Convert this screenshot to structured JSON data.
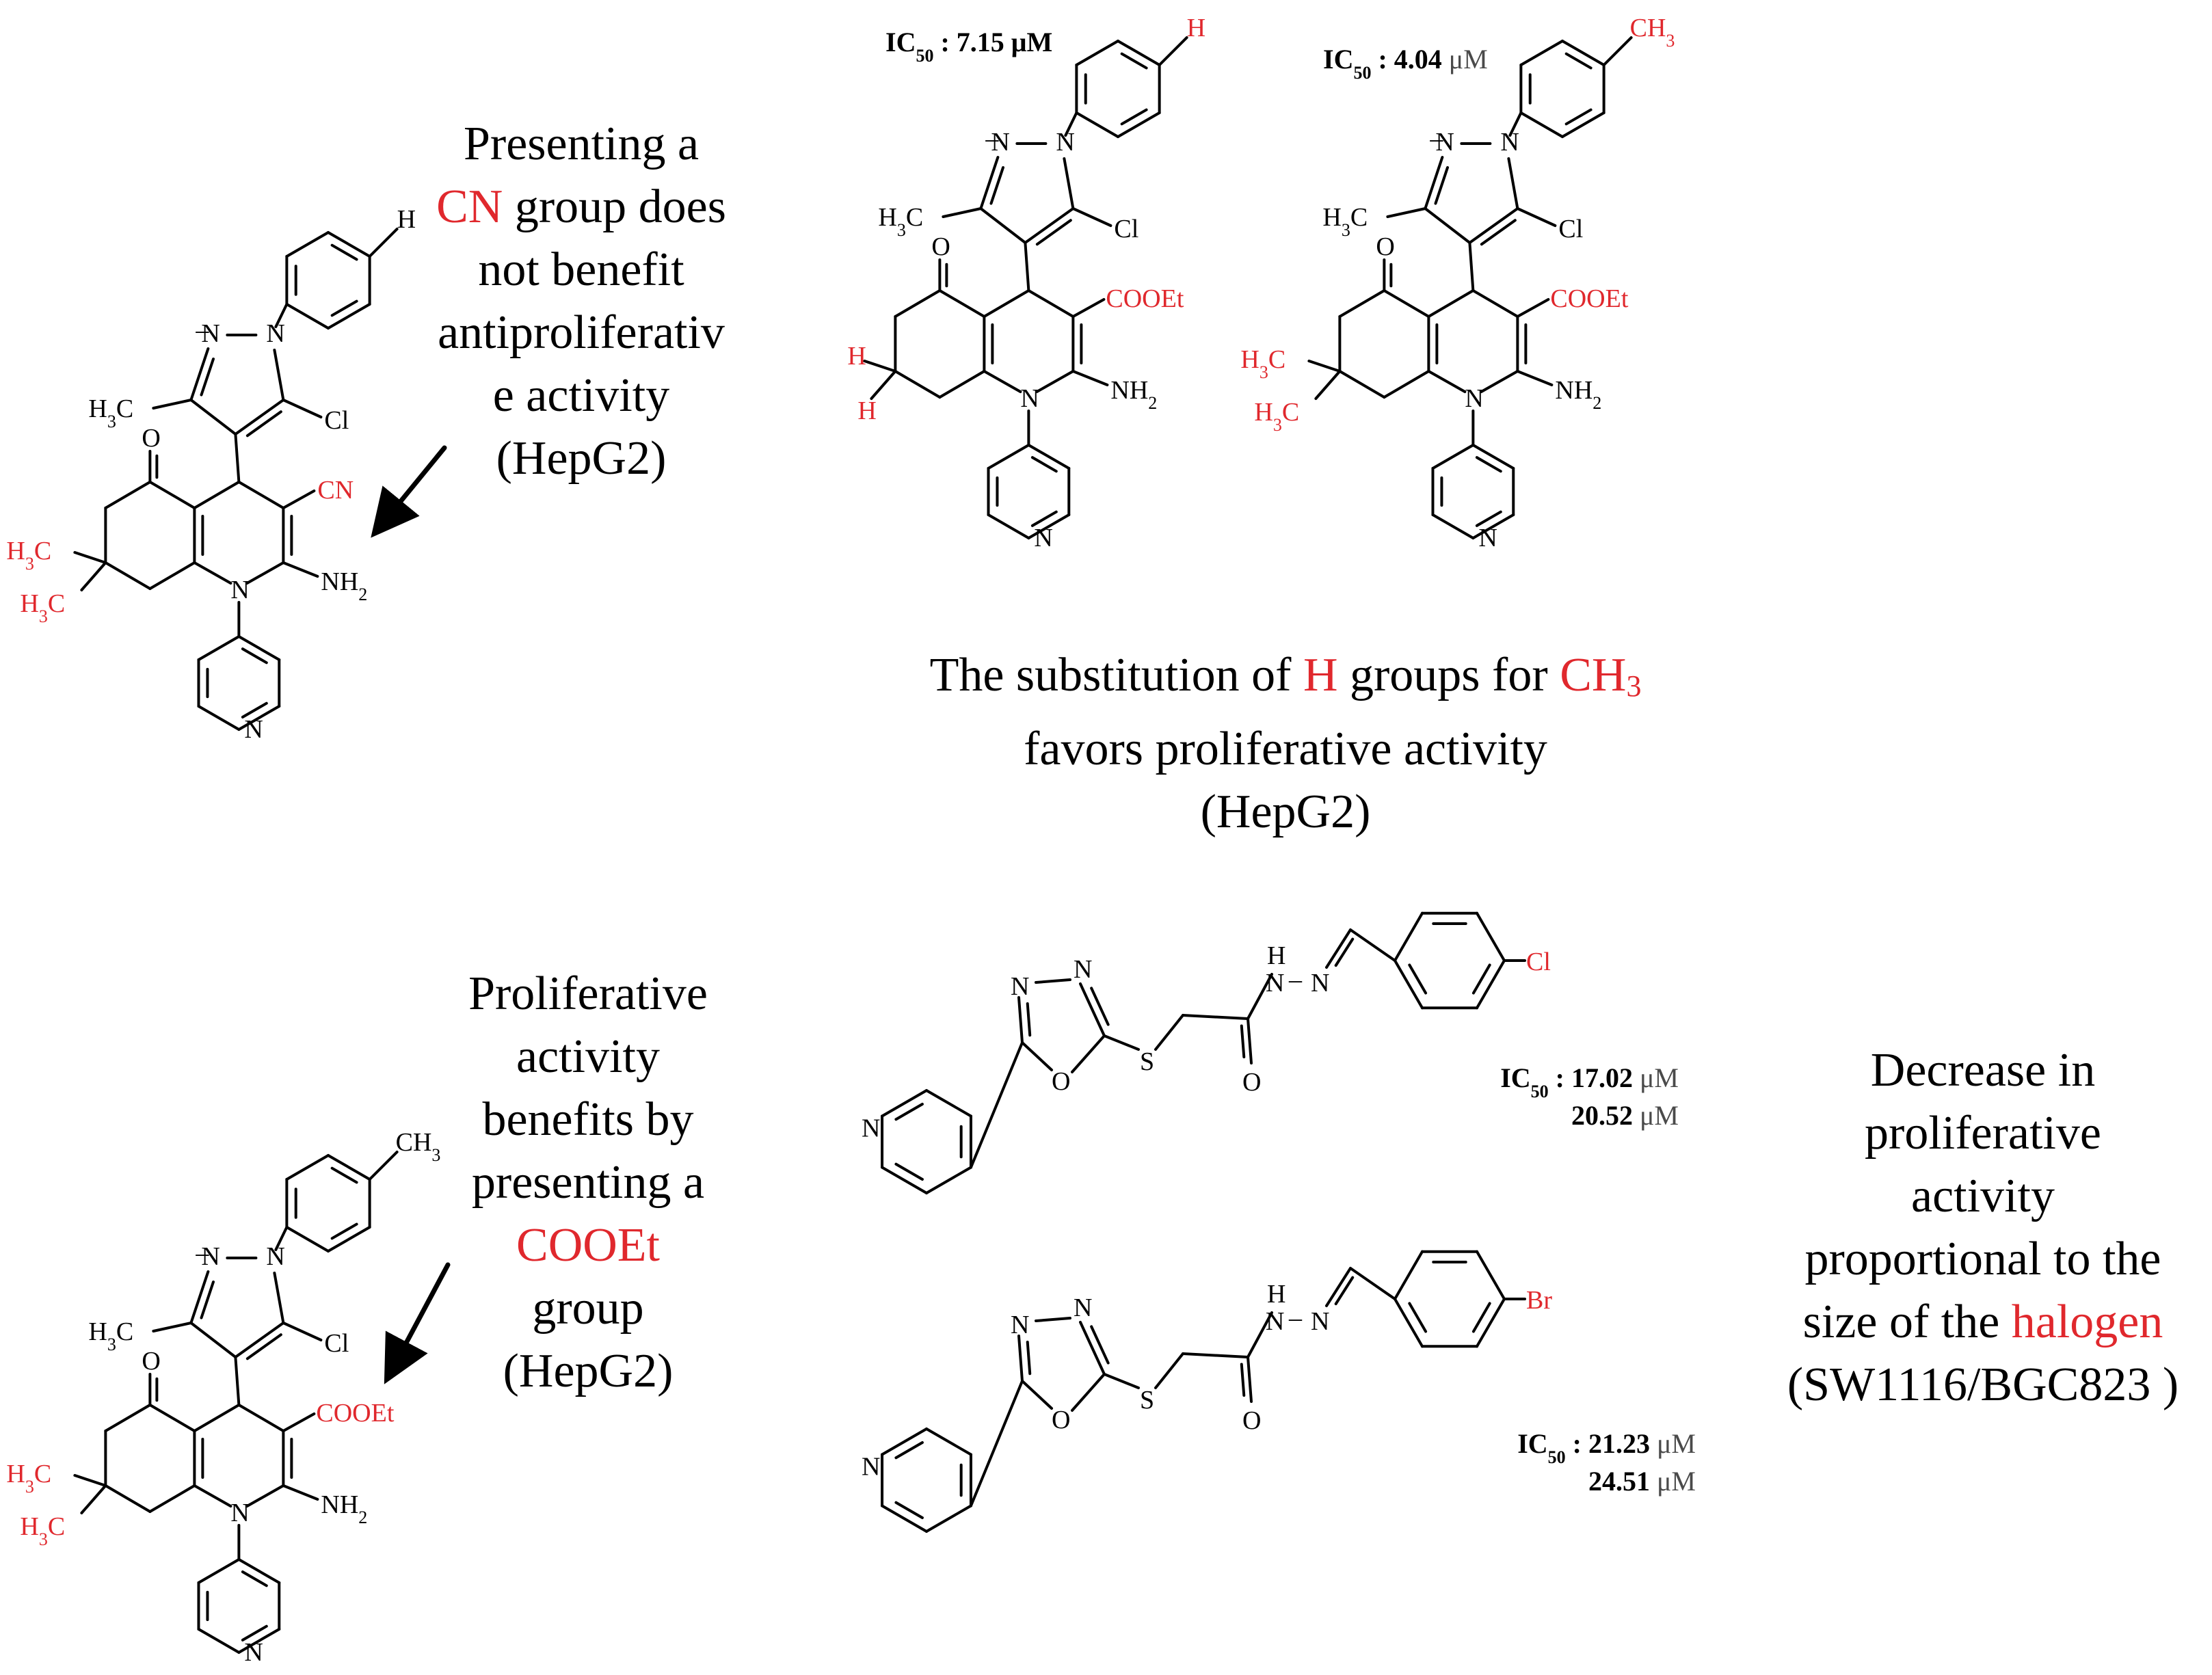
{
  "captions": {
    "cn": {
      "line1": "Presenting a",
      "highlight": "CN",
      "line2_rest": " group does",
      "line3": "not benefit",
      "line4": "antiproliferativ",
      "line5": "e activity",
      "line6": "(HepG2)"
    },
    "cooet": {
      "line1": "Proliferative",
      "line2": "activity",
      "line3": "benefits by",
      "line4": "presenting a",
      "highlight": "COOEt",
      "line6": "group",
      "line7": "(HepG2)"
    },
    "substitution": {
      "pre": "The substitution of ",
      "h": "H",
      "mid": " groups for ",
      "ch3": "CH",
      "ch3_sub": "3",
      "line2": "favors proliferative activity",
      "line3": "(HepG2)"
    },
    "halogen": {
      "line1": "Decrease in",
      "line2": "proliferative",
      "line3": "activity",
      "line4": "proportional to the",
      "line5_pre": "size of the ",
      "highlight": "halogen",
      "line6": "(SW1116/BGC823 )"
    }
  },
  "ic50": {
    "label": "IC",
    "sub": "50",
    "sep": " : ",
    "unit": "μM",
    "mol_h": "7.15",
    "mol_ch3": "4.04",
    "mol_cl": [
      "17.02",
      "20.52"
    ],
    "mol_br": [
      "21.23",
      "24.51"
    ]
  },
  "atoms": {
    "H": "H",
    "CH3": "CH",
    "sub3": "3",
    "Cl": "Cl",
    "Br": "Br",
    "N": "N",
    "O": "O",
    "S": "S",
    "CN": "CN",
    "COOEt": "COOEt",
    "NH2": "NH",
    "sub2": "2",
    "H3C": "H",
    "C": "C"
  },
  "colors": {
    "highlight": "#e0282d",
    "text": "#000000",
    "ic_value": "#4a4a4a"
  }
}
